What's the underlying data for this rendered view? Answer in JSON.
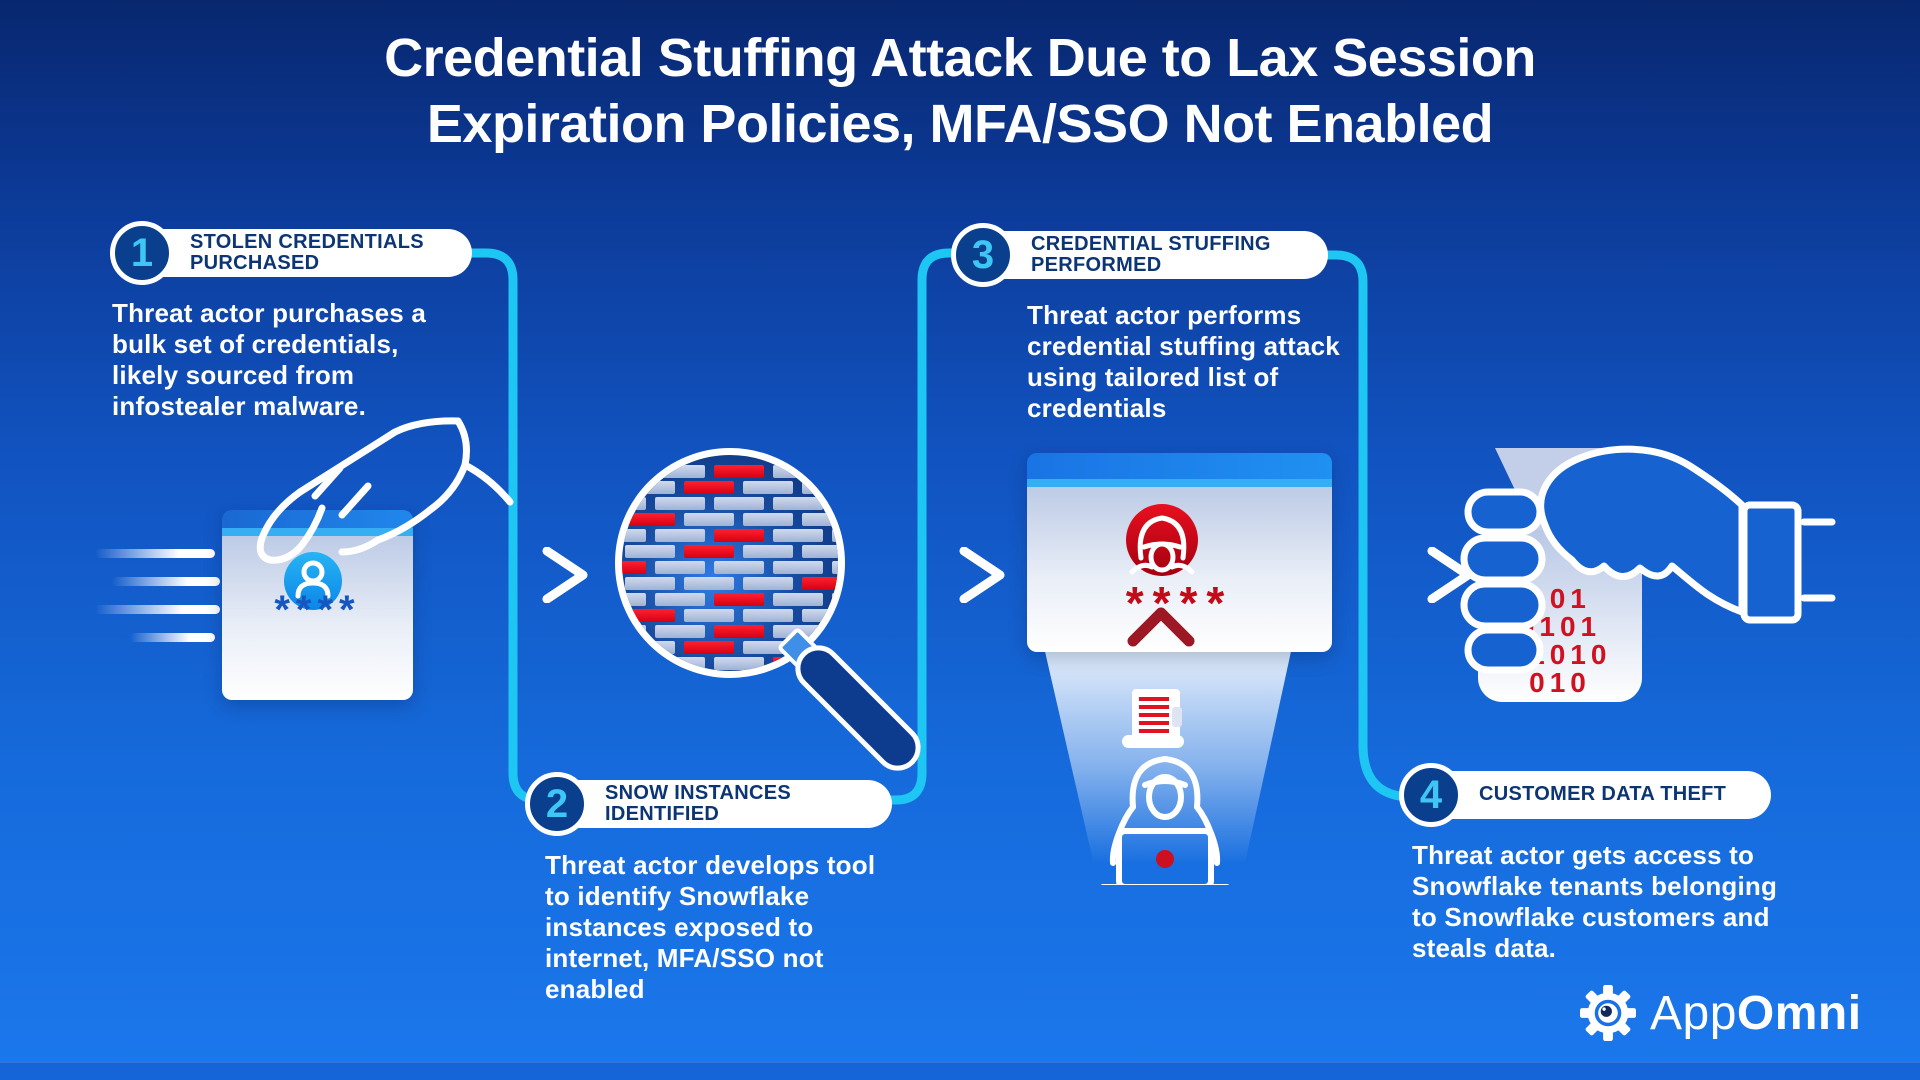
{
  "title": {
    "text": "Credential Stuffing Attack Due to Lax Session\nExpiration Policies, MFA/SSO Not Enabled"
  },
  "steps": [
    {
      "number": "1",
      "label": "STOLEN CREDENTIALS\nPURCHASED",
      "body": "Threat actor purchases a\nbulk set of credentials,\nlikely sourced from\ninfostealer malware."
    },
    {
      "number": "2",
      "label": "SNOW INSTANCES\nIDENTIFIED",
      "body": "Threat actor develops tool\nto identify Snowflake\ninstances exposed to\ninternet, MFA/SSO not\nenabled"
    },
    {
      "number": "3",
      "label": "CREDENTIAL STUFFING\nPERFORMED",
      "body": "Threat actor performs\ncredential stuffing attack\nusing tailored list of\ncredentials"
    },
    {
      "number": "4",
      "label": "CUSTOMER DATA THEFT",
      "body": "Threat actor gets access to\nSnowflake tenants belonging\nto Snowflake customers and\nsteals data."
    }
  ],
  "illustrations": {
    "credential_card": {
      "password_mask": "****"
    },
    "login_window": {
      "password_mask": "****"
    },
    "data_bag": {
      "binary_rows": [
        "101",
        "0101",
        "01010",
        "010"
      ]
    },
    "magnifier": {
      "pattern": [
        "bbrbb",
        "brbbb",
        "bbbbr",
        "rbbbb",
        "bbrbb",
        "brbbr",
        "rbbbb",
        "bbbrb",
        "bbrbb",
        "rbbbr",
        "bbrbb",
        "brbbb",
        "bbbrb"
      ]
    }
  },
  "logo": {
    "prefix": "App",
    "suffix": "Omni"
  },
  "colors": {
    "background_top": "#08276f",
    "background_bottom": "#1b78ec",
    "accent_cyan": "#1ec6f4",
    "badge_navy": "#0a3f8e",
    "badge_number_cyan": "#3ec6f4",
    "pill_text_navy": "#0c3575",
    "alert_red": "#d6121f",
    "card_header_blue": "#1a74e4",
    "card_strip_cyan": "#36aef4"
  }
}
